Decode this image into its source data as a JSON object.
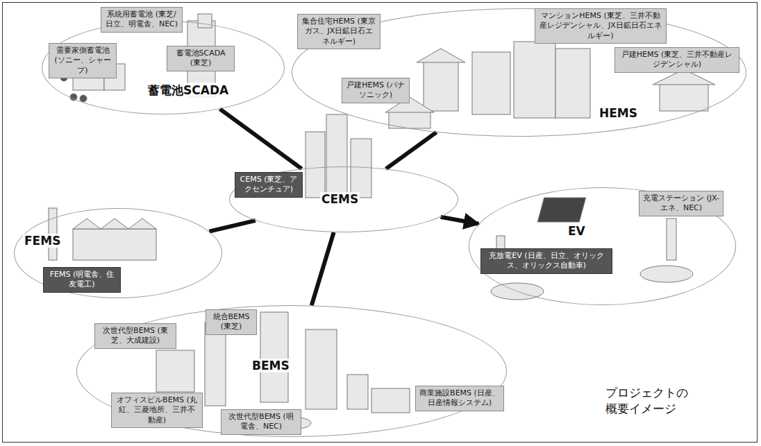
{
  "diagram": {
    "nodes": [
      {
        "text": [
          "蓄電池SCADA"
        ]
      },
      {
        "text": [
          "系統用蓄電池 (東芝/日立、明電舎、NEC)"
        ]
      },
      {
        "text": [
          "需要家側蓄電池 (ソニー、シャープ)"
        ]
      },
      {
        "text": [
          "蓄電池SCADA (東芝)"
        ]
      },
      {
        "text": [
          "HEMS"
        ]
      },
      {
        "text": [
          "集合住宅HEMS (東京ガス、JX日鉱日石エネルギー)"
        ]
      },
      {
        "text": [
          "マンションHEMS (東芝、三井不動産レジデンシャル、JX日鉱日石エネルギー)"
        ]
      },
      {
        "text": [
          "戸建HEMS (東芝、三井不動産レジデンシャル)"
        ]
      },
      {
        "text": [
          "戸建HEMS (パナソニック)"
        ]
      },
      {
        "text": [
          "CEMS"
        ]
      },
      {
        "text": [
          "CEMS (東芝、アクセンチュア)"
        ]
      },
      {
        "text": [
          "FEMS"
        ]
      },
      {
        "text": [
          "FEMS (明電舎、住友電工)"
        ]
      },
      {
        "text": [
          "EV"
        ]
      },
      {
        "text": [
          "充電ステーション (JX-エネ、NEC)"
        ]
      },
      {
        "text": [
          "充放電EV (日産、日立、オリックス、オリックス自動車)"
        ]
      },
      {
        "text": [
          "BEMS"
        ]
      },
      {
        "text": [
          "統合BEMS (東芝)"
        ]
      },
      {
        "text": [
          "次世代型BEMS (東芝、大成建設)"
        ]
      },
      {
        "text": [
          "オフィスビルBEMS (丸紅、三菱地所、三井不動産)"
        ]
      },
      {
        "text": [
          "次世代型BEMS (明電舎、NEC)"
        ]
      },
      {
        "text": [
          "商業施設BEMS (日産、日産情報システム)"
        ]
      }
    ],
    "edges": [
      {
        "from": 9,
        "to": 0,
        "arrow": "none"
      },
      {
        "from": 9,
        "to": 4,
        "arrow": "none"
      },
      {
        "from": 9,
        "to": 11,
        "arrow": "none"
      },
      {
        "from": 9,
        "to": 16,
        "arrow": "none"
      },
      {
        "from": 9,
        "to": 13,
        "arrow": "to"
      }
    ],
    "labels": [
      "プロジェクトの 概要イメージ"
    ]
  }
}
